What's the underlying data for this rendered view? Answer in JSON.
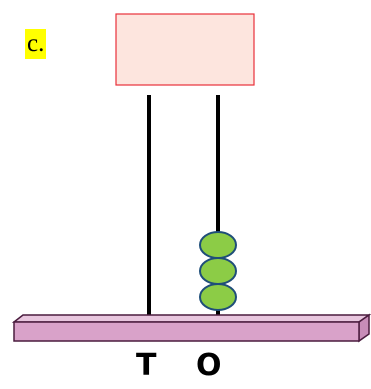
{
  "question_label": "c.",
  "columns": [
    {
      "label": "T",
      "beads": 0
    },
    {
      "label": "O",
      "beads": 3
    }
  ],
  "colors": {
    "label_highlight": "#ffff00",
    "box_fill": "#fde5de",
    "box_stroke": "#e8303a",
    "rod": "#000000",
    "base_fill": "#d9a2c9",
    "base_stroke": "#4a1c3e",
    "bead_fill": "#8ccc46",
    "bead_stroke": "#1f4e79"
  }
}
